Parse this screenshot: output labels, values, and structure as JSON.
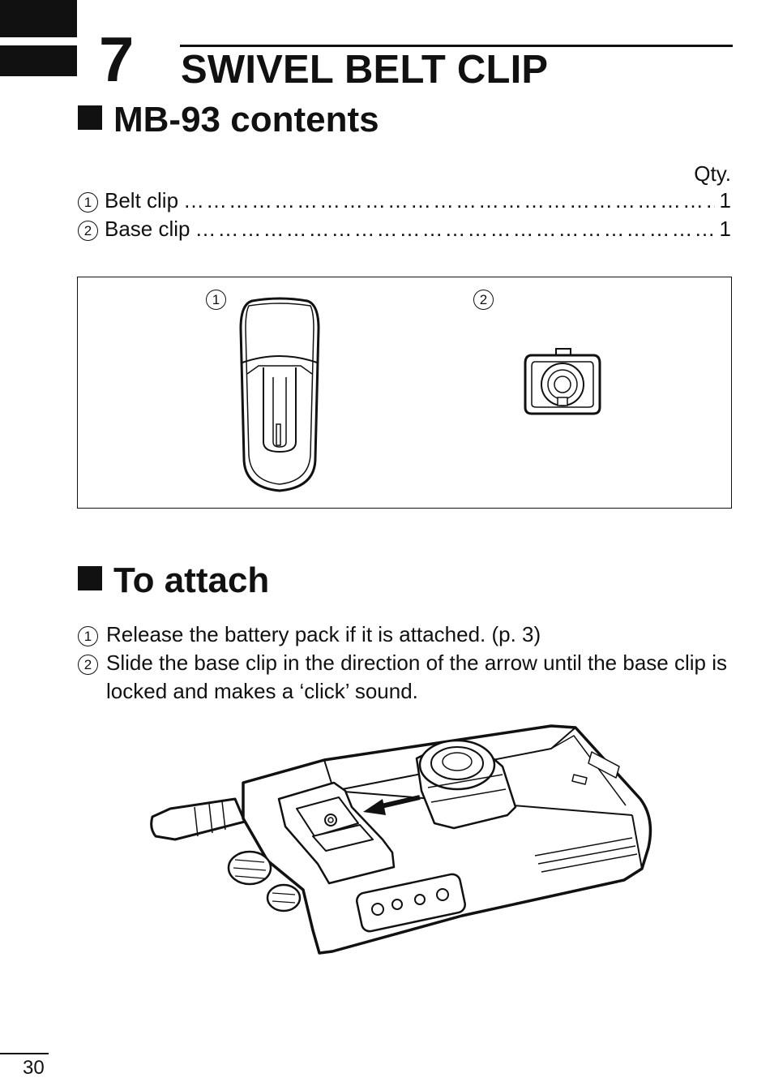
{
  "chapter": {
    "number": "7",
    "title": "SWIVEL BELT CLIP"
  },
  "contents_section": {
    "heading": "MB-93 contents",
    "qty_label": "Qty.",
    "items": [
      {
        "marker": "1",
        "name": "Belt clip",
        "qty": "1"
      },
      {
        "marker": "2",
        "name": "Base clip",
        "qty": "1"
      }
    ],
    "figure_labels": [
      "1",
      "2"
    ]
  },
  "attach_section": {
    "heading": "To attach",
    "steps": [
      {
        "marker": "1",
        "text": "Release the battery pack if it is attached. (p. 3)"
      },
      {
        "marker": "2",
        "text": "Slide the base clip in the direction of the arrow until the base clip is locked and makes a ‘click’ sound."
      }
    ]
  },
  "page_number": "30"
}
